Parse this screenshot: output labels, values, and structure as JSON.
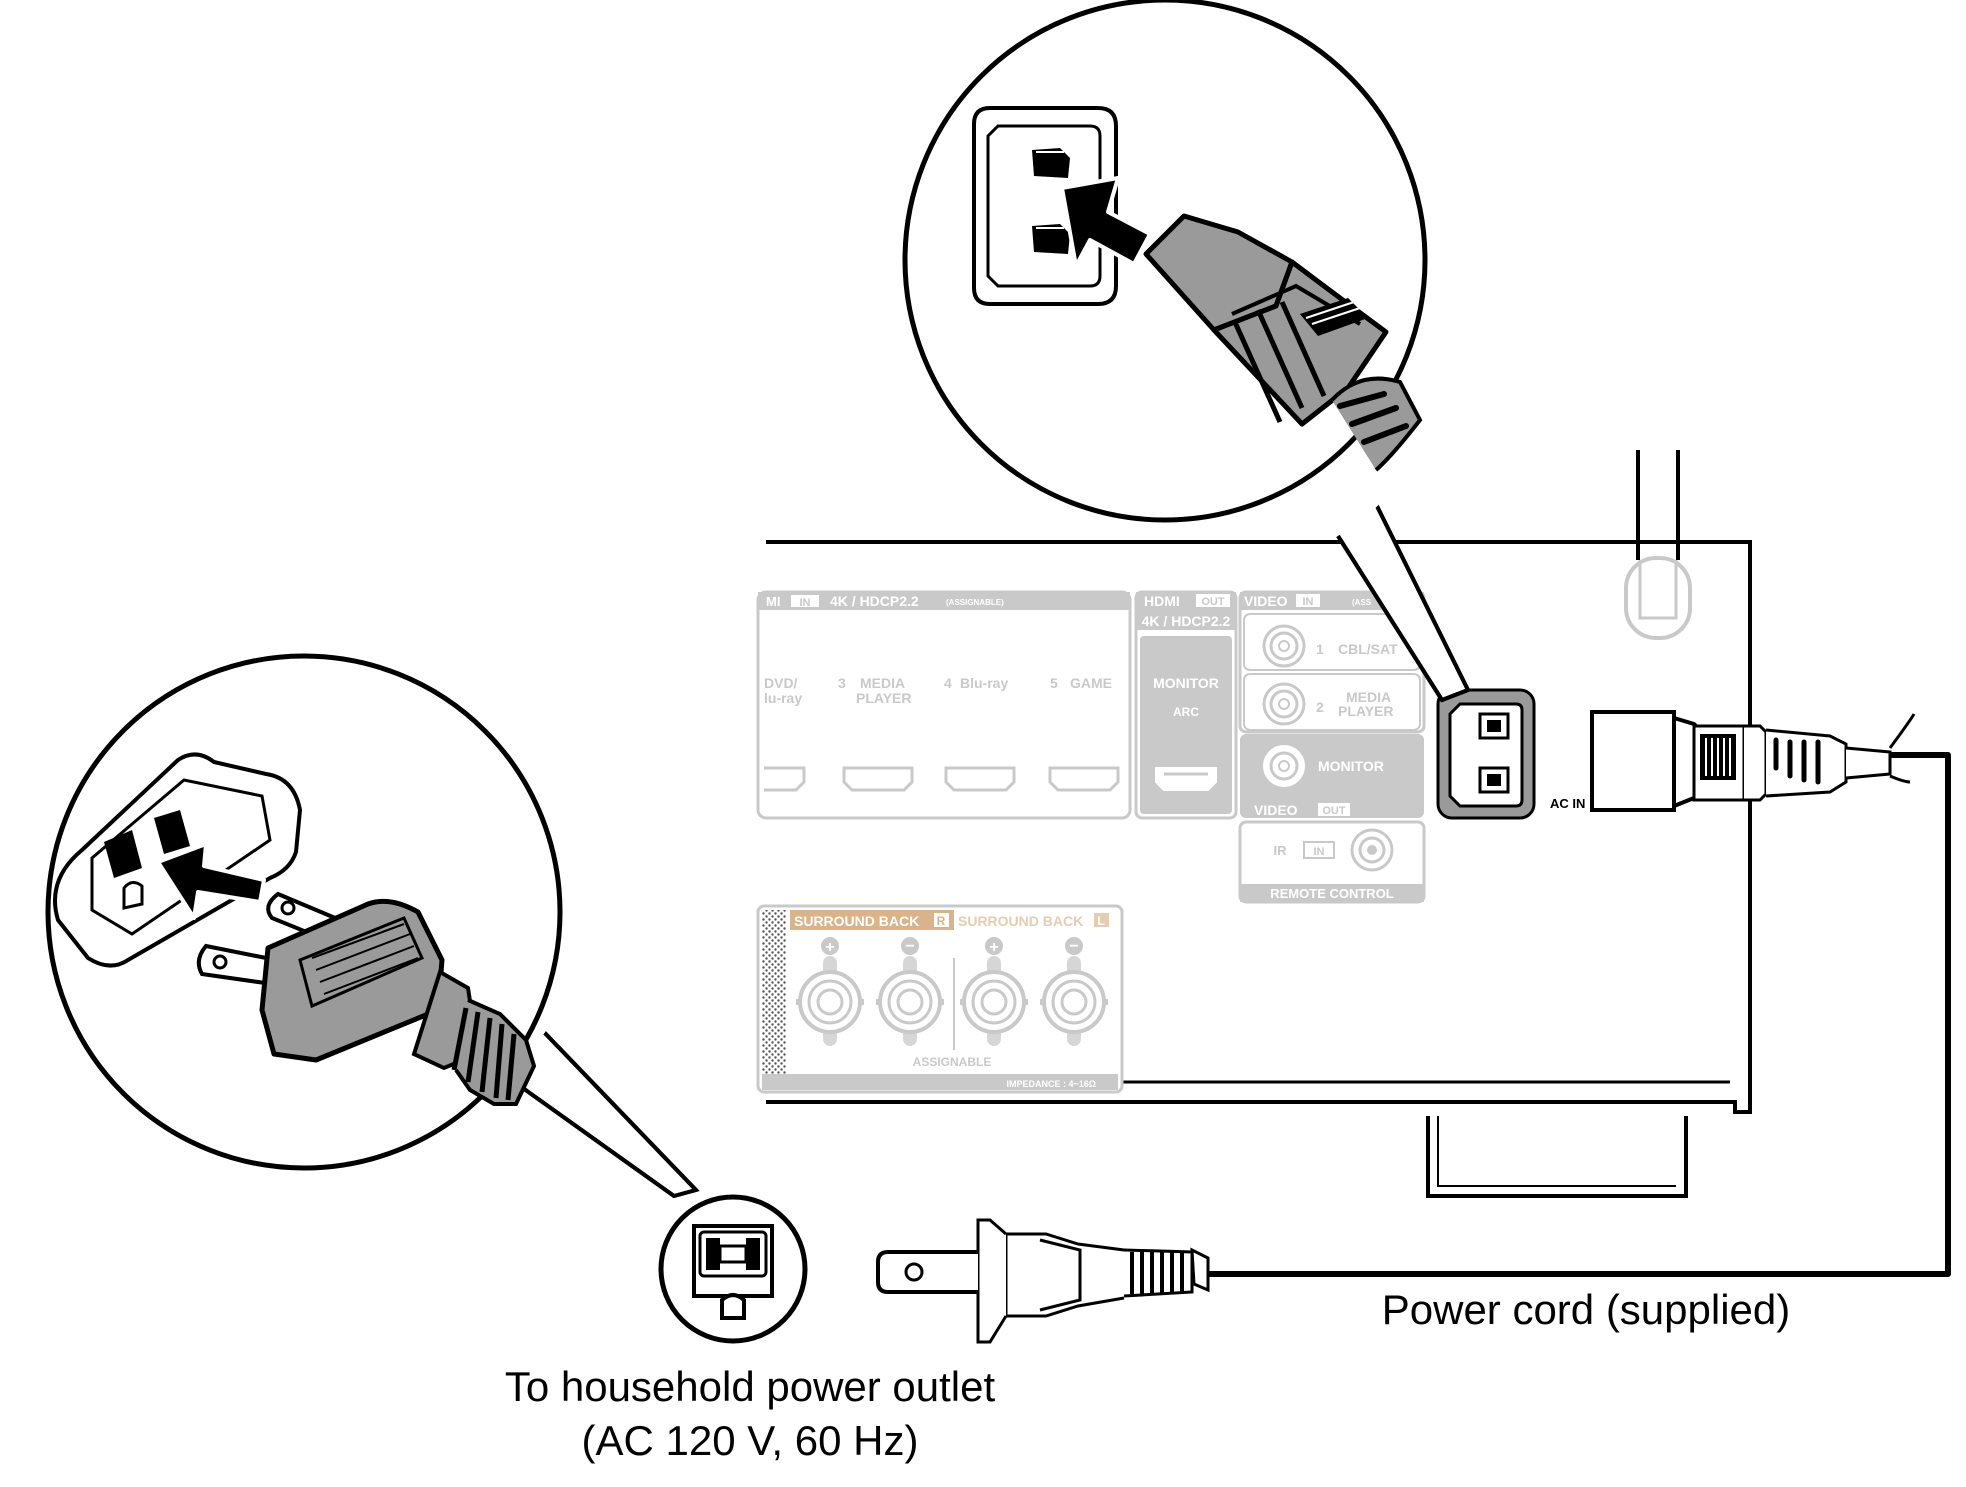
{
  "captions": {
    "outlet_line1": "To household power outlet",
    "outlet_line2": "(AC 120 V, 60 Hz)",
    "power_cord": "Power cord (supplied)"
  },
  "panel": {
    "hdmi_in_header_a": "MI",
    "hdmi_in_header_in": "IN",
    "hdmi_in_header_b": "4K / HDCP2.2",
    "hdmi_in_assignable": "(ASSIGNABLE)",
    "hdmi_in_1_a": "DVD/",
    "hdmi_in_1_b": "lu-ray",
    "hdmi_in_3_num": "3",
    "hdmi_in_3_a": "MEDIA",
    "hdmi_in_3_b": "PLAYER",
    "hdmi_in_4_num": "4",
    "hdmi_in_4": "Blu-ray",
    "hdmi_in_5_num": "5",
    "hdmi_in_5": "GAME",
    "hdmi_out_header": "HDMI",
    "hdmi_out_tag": "OUT",
    "hdmi_out_sub": "4K / HDCP2.2",
    "monitor": "MONITOR",
    "arc": "ARC",
    "video_in_header": "VIDEO",
    "video_in_tag": "IN",
    "video_in_assignable": "(ASS",
    "video_1_num": "1",
    "video_1": "CBL/SAT",
    "video_2_num": "2",
    "video_2_a": "MEDIA",
    "video_2_b": "PLAYER",
    "video_out_monitor": "MONITOR",
    "video_out_header": "VIDEO",
    "video_out_tag": "OUT",
    "ir": "IR",
    "ir_tag": "IN",
    "remote_control": "REMOTE CONTROL",
    "surround_back_r": "SURROUND BACK",
    "surround_back_r_tag": "R",
    "surround_back_l": "SURROUND BACK",
    "surround_back_l_tag": "L",
    "plus": "+",
    "minus": "−",
    "assignable": "ASSIGNABLE",
    "impedance": "IMPEDANCE : 4~16Ω",
    "ac_in": "AC IN"
  },
  "colors": {
    "line": "#000000",
    "panel_gray": "#c9c9c9",
    "plug_gray": "#9a9a9a",
    "surround_label": "#d9b48a",
    "background": "#ffffff"
  }
}
